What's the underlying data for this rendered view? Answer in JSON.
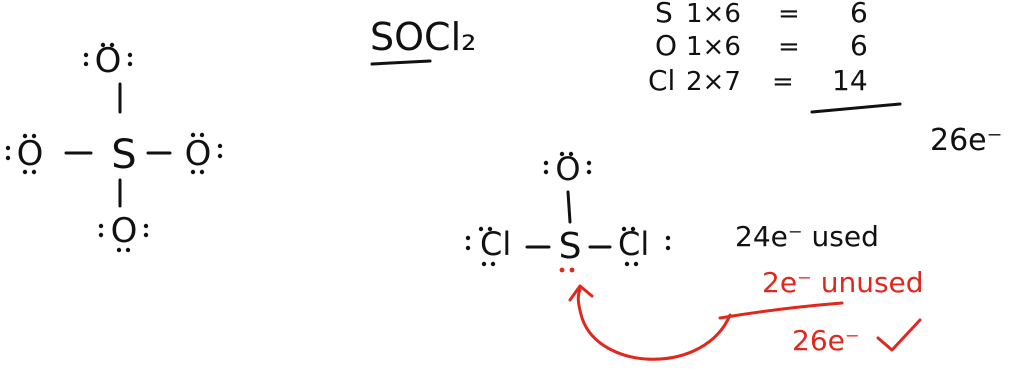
{
  "colors": {
    "ink": "#111111",
    "red": "#e0281f",
    "background": "#ffffff"
  },
  "title": "SOCl₂",
  "valence_count": {
    "rows": [
      {
        "element": "S",
        "expr": "1×6",
        "equals": "=",
        "value": "6"
      },
      {
        "element": "O",
        "expr": "1×6",
        "equals": "=",
        "value": "6"
      },
      {
        "element": "Cl",
        "expr": "2×7",
        "equals": "=",
        "value": "14"
      }
    ],
    "total": "26e⁻"
  },
  "sulfate": {
    "central": "S",
    "top": "O",
    "left": "O",
    "right": "O",
    "bottom": "O"
  },
  "thionyl_chloride": {
    "central": "S",
    "top": "O",
    "left": "Cl",
    "right": "Cl"
  },
  "electron_tally": {
    "used": "24e⁻ used",
    "unused": "2e⁻ unused",
    "total": "26e⁻"
  }
}
